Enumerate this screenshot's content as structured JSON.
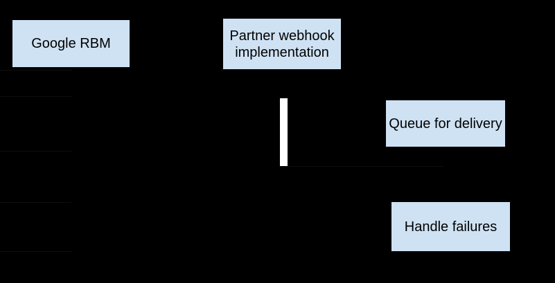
{
  "diagram": {
    "colors": {
      "background": "#000000",
      "node_fill": "#cfe2f3",
      "node_text": "#000000",
      "activation_bar": "#ffffff",
      "faint_line": "#0f0f0f"
    },
    "nodes": [
      {
        "id": "google-rbm",
        "label": "Google RBM"
      },
      {
        "id": "partner-webhook-implementation",
        "label": "Partner webhook implementation"
      },
      {
        "id": "queue-for-delivery",
        "label": "Queue for delivery"
      },
      {
        "id": "handle-failures",
        "label": "Handle failures"
      }
    ]
  }
}
